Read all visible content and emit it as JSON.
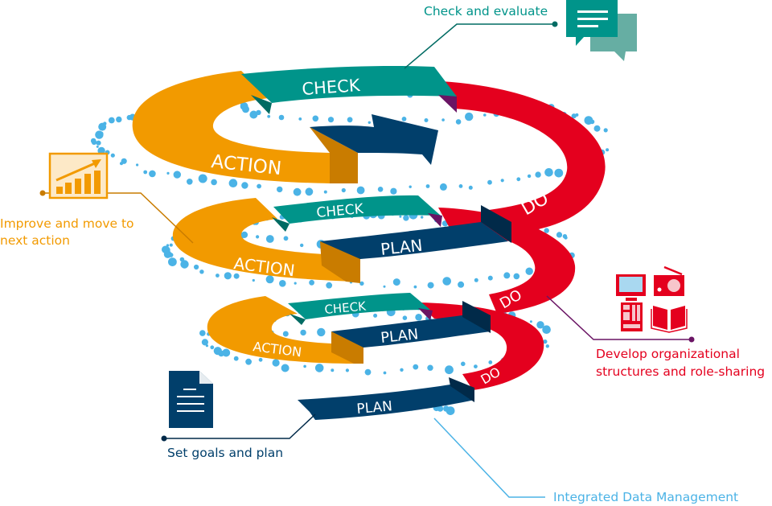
{
  "colors": {
    "check": "#00948a",
    "check_dark": "#006b63",
    "action": "#f29a00",
    "action_dark": "#c97c00",
    "do": "#e4001e",
    "do_dark": "#b00018",
    "plan": "#013f6b",
    "plan_dark": "#012a49",
    "purple": "#6a1464",
    "bubbles": "#4bb3e6",
    "label_check": "#00948a",
    "label_action": "#f29a00",
    "label_do": "#e4001e",
    "label_plan": "#013f6b",
    "label_data": "#4bb3e6"
  },
  "tiers": [
    {
      "name": "top",
      "check": "CHECK",
      "action": "ACTION",
      "do": "DO"
    },
    {
      "name": "middle",
      "check": "CHECK",
      "action": "ACTION",
      "do": "DO",
      "plan": "PLAN"
    },
    {
      "name": "lower",
      "check": "CHECK",
      "action": "ACTION",
      "do": "DO",
      "plan": "PLAN"
    },
    {
      "name": "bottom",
      "plan": "PLAN"
    }
  ],
  "callouts": {
    "check": {
      "text": "Check and evaluate",
      "icon": "chat-bubbles-icon"
    },
    "action": {
      "line1": "Improve and move to",
      "line2": "next action",
      "icon": "growth-chart-icon"
    },
    "do": {
      "line1": "Develop organizational",
      "line2": "structures and role-sharing",
      "icon": "media-equipment-icon"
    },
    "plan": {
      "text": "Set goals and plan",
      "icon": "document-icon"
    },
    "data": {
      "text": "Integrated Data Management"
    }
  }
}
